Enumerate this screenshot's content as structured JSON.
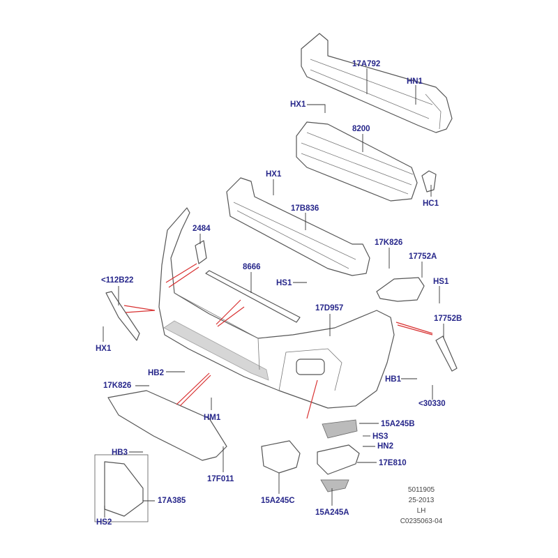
{
  "labels": {
    "reinforcement": "17A792",
    "hn1": "HN1",
    "hx1_top": "HX1",
    "grille": "8200",
    "hx1_mid": "HX1",
    "bracket_17b836": "17B836",
    "hc1": "HC1",
    "p2484": "2484",
    "p17k826_right": "17K826",
    "p17752a": "17752A",
    "p112b22": "<112B22",
    "p8666": "8666",
    "hs1_mid": "HS1",
    "hs1_right": "HS1",
    "bumper_cover": "17D957",
    "p17752b": "17752B",
    "hx1_left": "HX1",
    "hb2": "HB2",
    "hb1": "HB1",
    "p17k826_left": "17K826",
    "p30330": "<30330",
    "hm1": "HM1",
    "p15a245b": "15A245B",
    "hs3": "HS3",
    "hn2": "HN2",
    "hb3": "HB3",
    "p17e810": "17E810",
    "p17f011": "17F011",
    "p15a245c": "15A245C",
    "p17a385": "17A385",
    "hs2": "HS2",
    "p15a245a": "15A245A"
  },
  "reference": {
    "number": "5011905",
    "date": "25-2013",
    "side": "LH",
    "code": "C0235063-04"
  },
  "colors": {
    "label": "#26268a",
    "arrow": "#d83030"
  }
}
